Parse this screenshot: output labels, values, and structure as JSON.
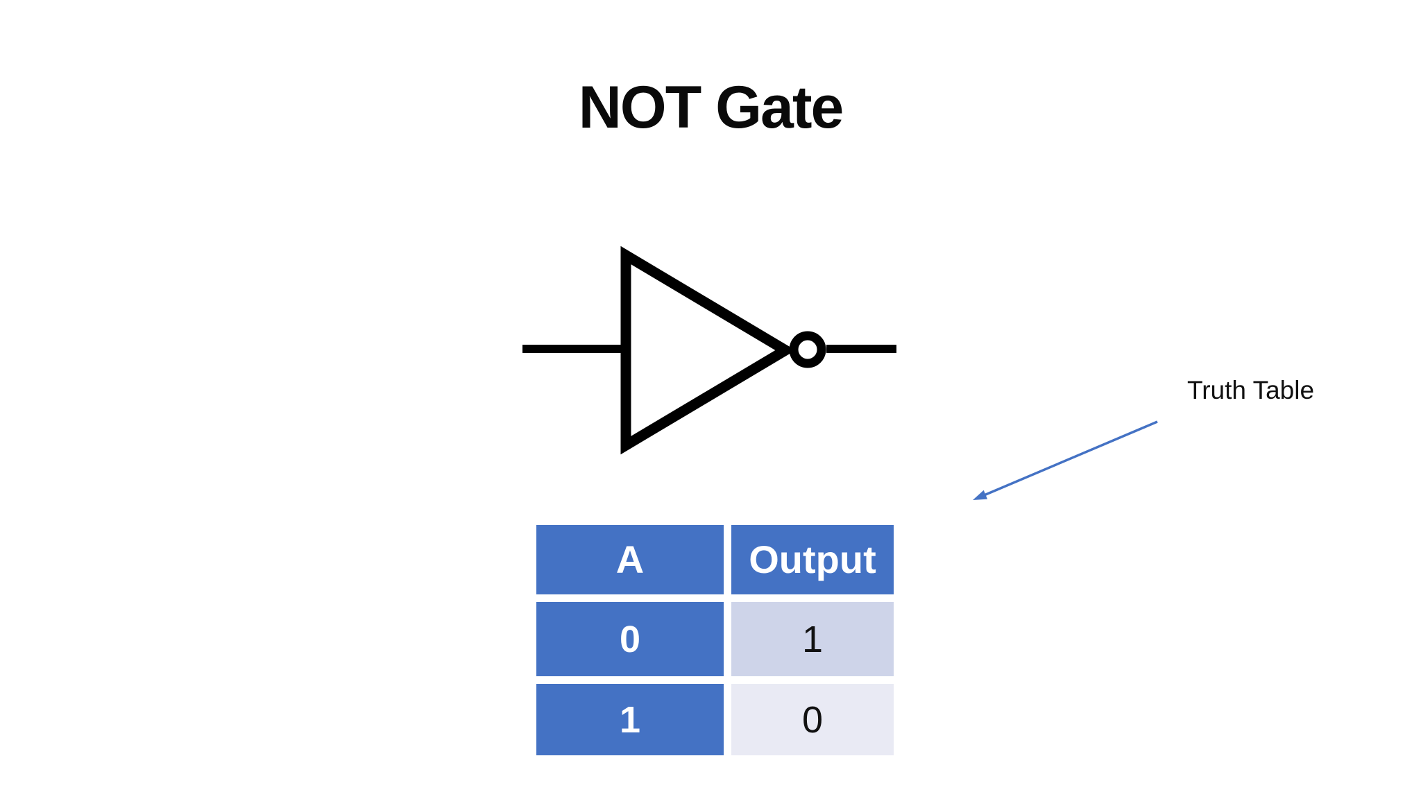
{
  "slide": {
    "title": "NOT Gate"
  },
  "gate": {
    "type": "NOT",
    "symbol": "triangle-with-inversion-bubble"
  },
  "annotation": {
    "label": "Truth Table"
  },
  "truth_table": {
    "headers": [
      "A",
      "Output"
    ],
    "rows": [
      [
        "0",
        "1"
      ],
      [
        "1",
        "0"
      ]
    ]
  },
  "colors": {
    "accent": "#4472C4",
    "band_light": "#CED4E9",
    "band_lighter": "#E9EAF4",
    "ink": "#000000",
    "text_dark": "#111111"
  }
}
